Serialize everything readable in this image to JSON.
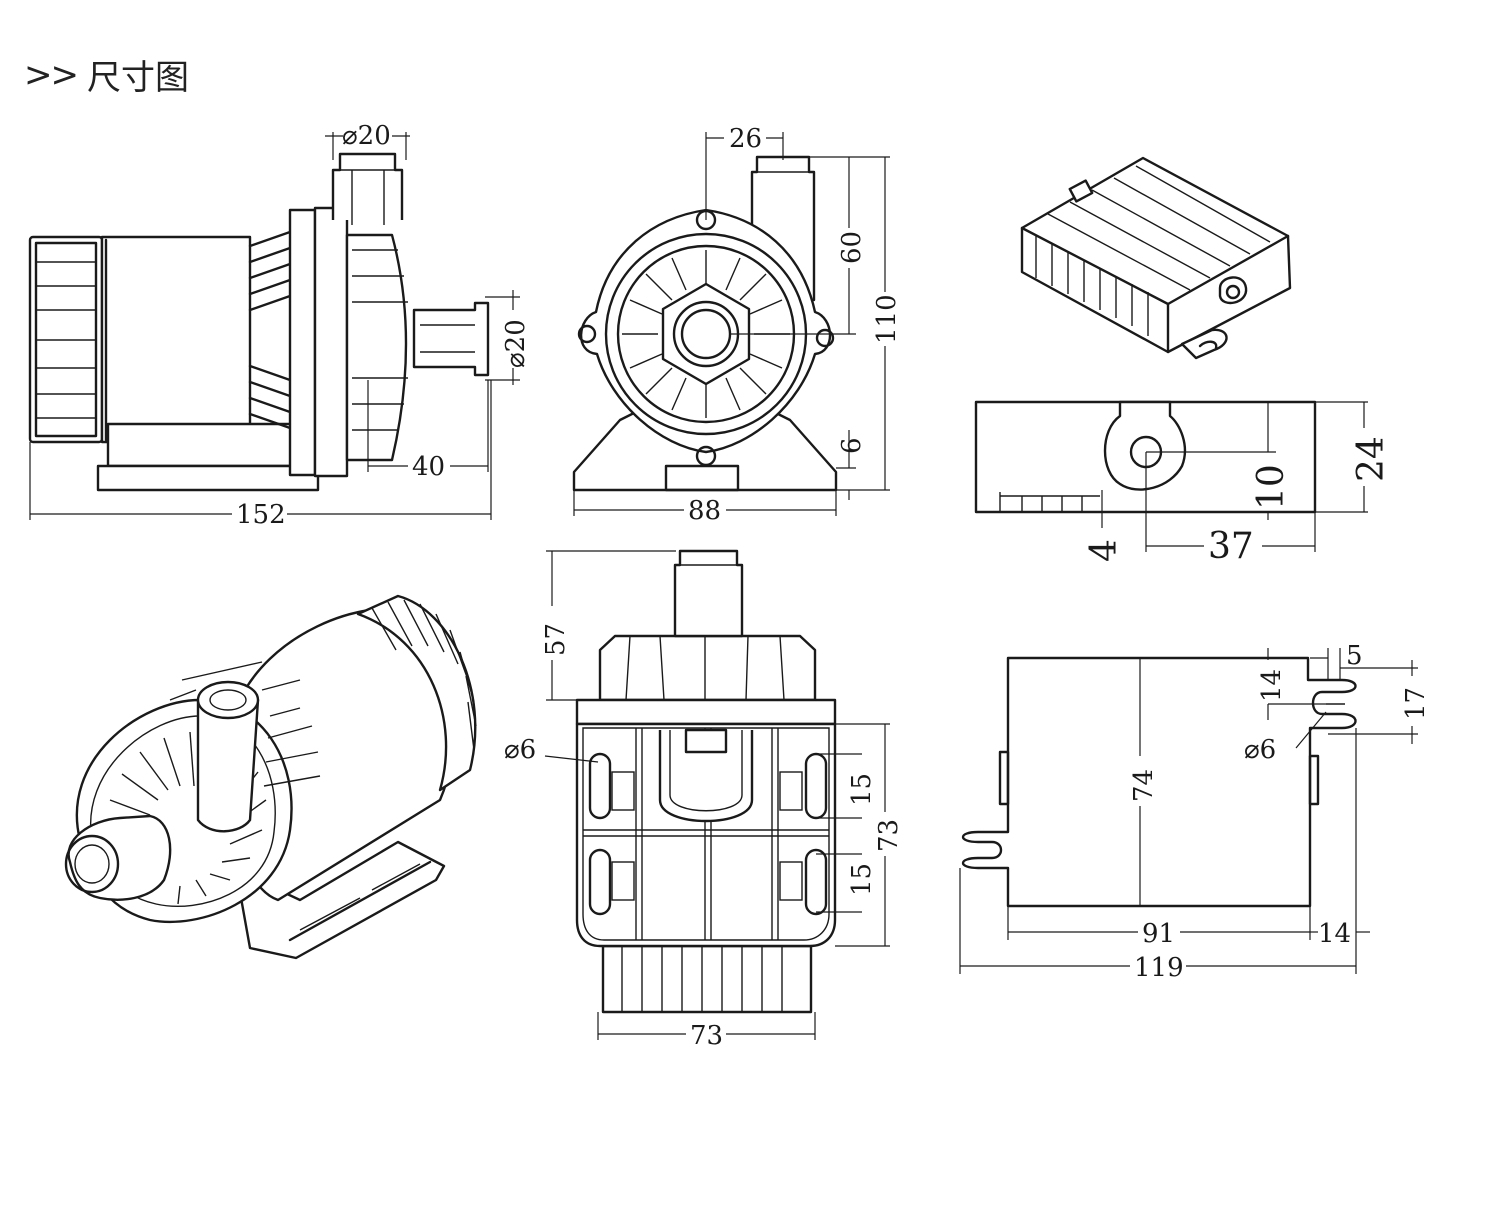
{
  "header": {
    "prefix": ">>",
    "title": "尺寸图"
  },
  "dimensions": {
    "side_view": {
      "outlet_diameter": "⌀20",
      "inlet_diameter": "⌀20",
      "inlet_offset": "40",
      "total_length": "152"
    },
    "front_view": {
      "outlet_offset": "26",
      "outlet_height": "60",
      "total_height": "110",
      "base_height": "6",
      "base_width": "88"
    },
    "bottom_view": {
      "top_height": "57",
      "hole_diameter": "⌀6",
      "slot_spacing_upper": "15",
      "slot_spacing_lower": "15",
      "plate_height": "73",
      "plate_width": "73"
    },
    "controller_side": {
      "height": "24",
      "hole_height": "10",
      "hole_offset": "37",
      "base_offset": "4"
    },
    "controller_top": {
      "slot_width": "5",
      "slot_depth": "14",
      "slot_span": "17",
      "hole_diameter": "⌀6",
      "body_height": "74",
      "inner_width": "91",
      "right_margin": "14",
      "total_width": "119"
    }
  }
}
